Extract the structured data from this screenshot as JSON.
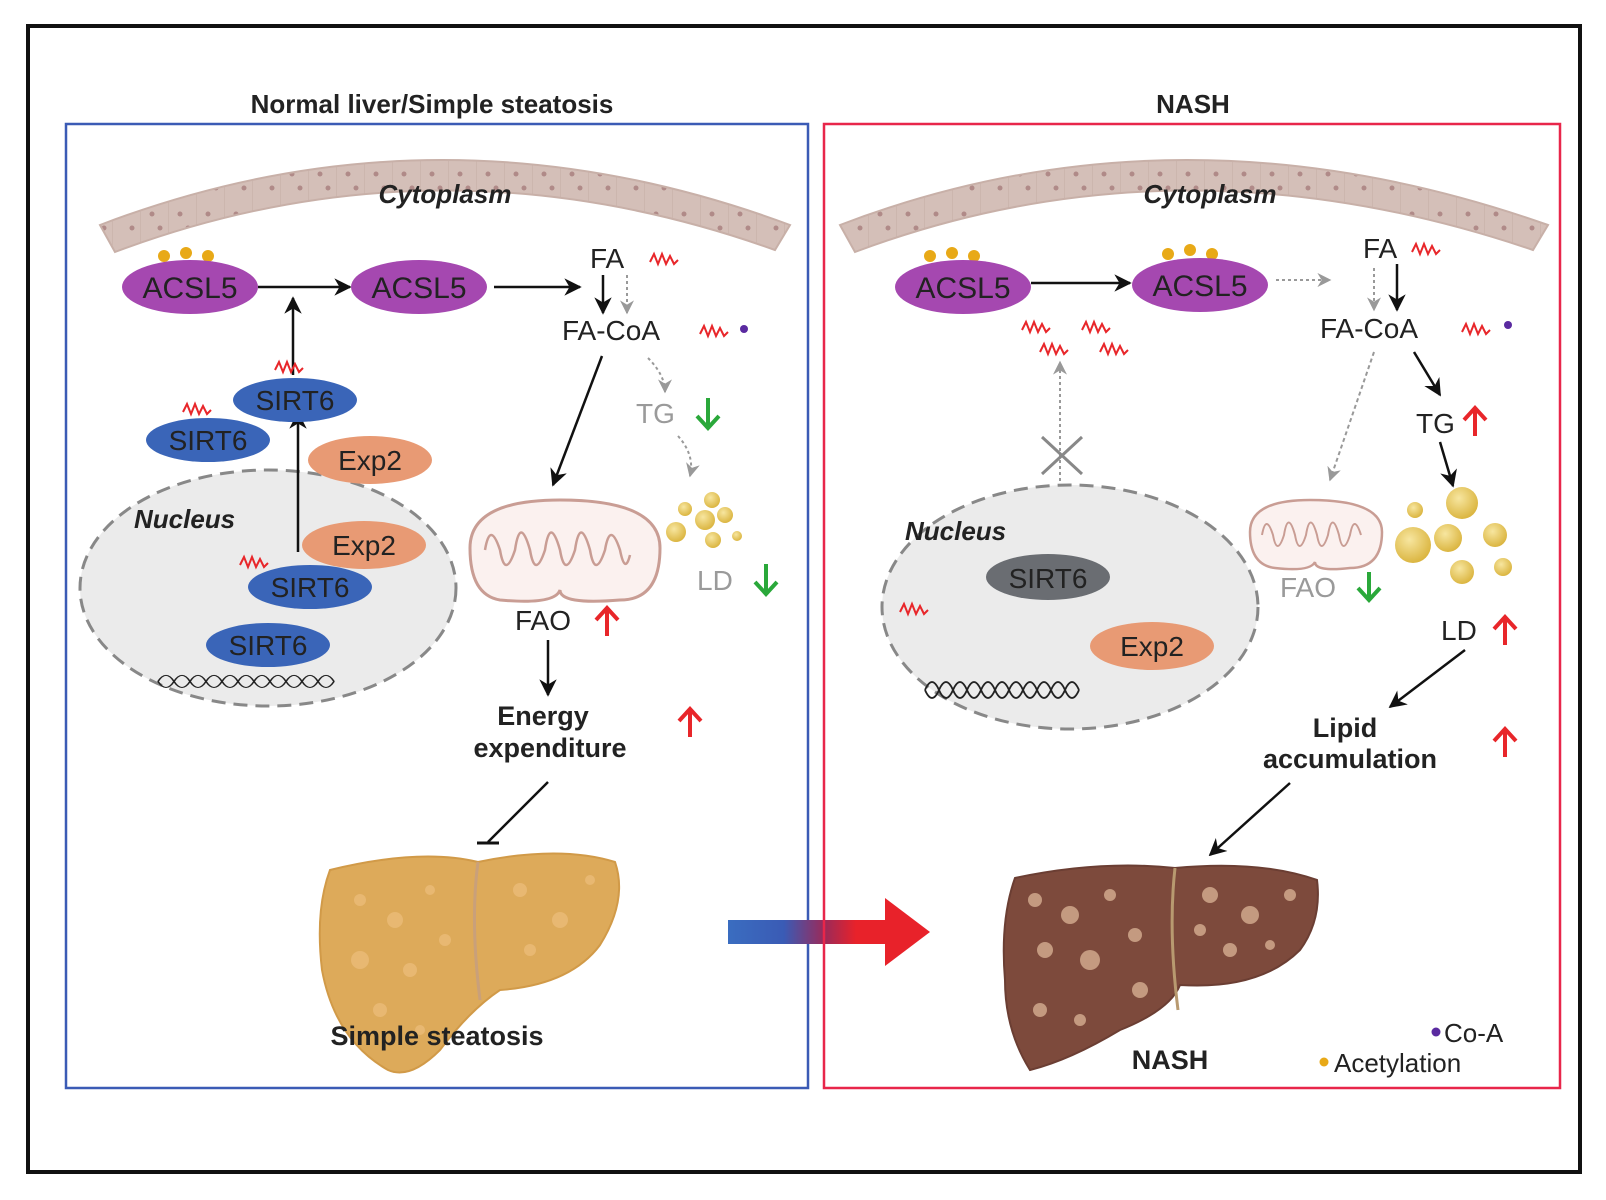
{
  "colors": {
    "normal_border": "#3b5bb5",
    "nash_border": "#e8264a",
    "acsl5": "#a548b0",
    "sirt6": "#3a65b8",
    "sirt6_inactive": "#6a6d72",
    "exp2": "#e89a74",
    "acetylation_dot": "#e8a917",
    "coa_dot": "#5a2aa0",
    "up_arrow": "#e8262a",
    "down_arrow": "#2aa83a",
    "cytoplasm": "#d4bfb8",
    "nucleus_fill": "#ebebeb",
    "lipid_droplet": "#e6c24a",
    "steatosis_liver": "#ddaa5a",
    "nash_liver": "#7d4a3c"
  },
  "left_panel": {
    "title": "Normal liver/Simple steatosis",
    "cytoplasm_label": "Cytoplasm",
    "nucleus_label": "Nucleus",
    "acsl5_labels": [
      "ACSL5",
      "ACSL5"
    ],
    "sirt6_labels": [
      "SIRT6",
      "SIRT6",
      "SIRT6",
      "SIRT6"
    ],
    "exp2_labels": [
      "Exp2",
      "Exp2"
    ],
    "fa_label": "FA",
    "facoa_label": "FA-CoA",
    "tg_label": "TG",
    "ld_label": "LD",
    "fao_label": "FAO",
    "energy_label_line1": "Energy",
    "energy_label_line2": "expenditure",
    "liver_label": "Simple steatosis"
  },
  "right_panel": {
    "title": "NASH",
    "cytoplasm_label": "Cytoplasm",
    "nucleus_label": "Nucleus",
    "acsl5_labels": [
      "ACSL5",
      "ACSL5"
    ],
    "sirt6_label": "SIRT6",
    "exp2_label": "Exp2",
    "fa_label": "FA",
    "facoa_label": "FA-CoA",
    "tg_label": "TG",
    "ld_label": "LD",
    "fao_label": "FAO",
    "lipid_label_line1": "Lipid",
    "lipid_label_line2": "accumulation",
    "liver_label": "NASH"
  },
  "legend": {
    "coa_label": "Co-A",
    "acetylation_label": "Acetylation"
  }
}
